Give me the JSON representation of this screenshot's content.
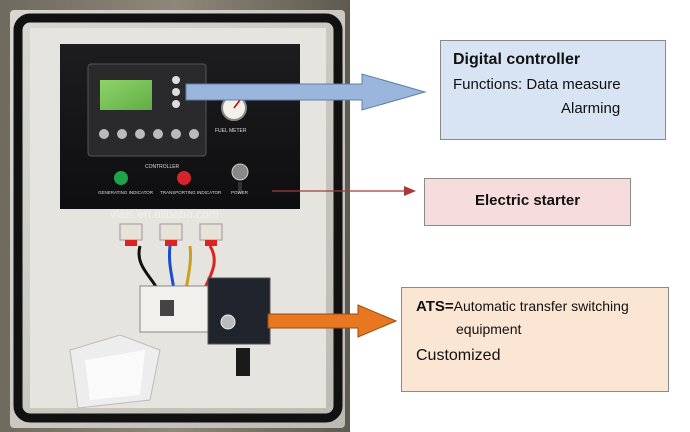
{
  "panel_labels": {
    "controller": "CONTROLLER",
    "generating": "GENERATING INDICATOR",
    "transporting": "TRANSPORTING INDICATOR",
    "power": "POWER",
    "fuel_meter": "FUEL METER"
  },
  "watermark": "vlais.en.alibaba.com",
  "callouts": {
    "controller": {
      "title": "Digital controller",
      "line1": "Functions: Data measure",
      "line2": "Alarming"
    },
    "starter": {
      "title": "Electric starter"
    },
    "ats": {
      "prefix": "ATS=",
      "line1": "Automatic transfer switching",
      "line2": "equipment",
      "line3": "Customized"
    }
  },
  "colors": {
    "controller_box": "#d8e3f3",
    "starter_box": "#f6dcdc",
    "ats_box": "#fbe6d4",
    "controller_arrow": "#9ab6dc",
    "starter_arrow": "#a5393c",
    "ats_arrow": "#e87722"
  }
}
